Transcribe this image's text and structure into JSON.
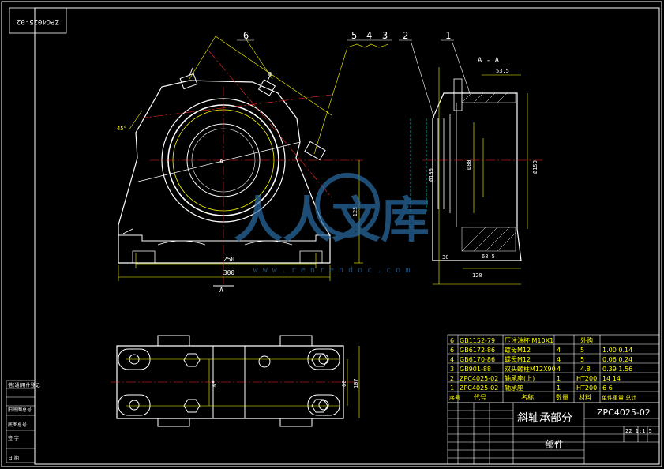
{
  "colors": {
    "background": "#000000",
    "outline": "#ffffff",
    "dimension": "#ffff00",
    "centerline": "#ff2a2a",
    "hidden": "#00ffff",
    "part_line": "#ffffff",
    "text_yellow": "#ffff00",
    "watermark": "#2a6ea6"
  },
  "corner_stamp": "ZPC4025-02",
  "balloons": [
    "6",
    "5",
    "4",
    "3",
    "2",
    "1"
  ],
  "section_label": "A - A",
  "section_mark": "A",
  "center_mark": "A",
  "dims_front": {
    "d250": "250",
    "d300": "300",
    "height": "125",
    "angle": "45°",
    "r_label": "R"
  },
  "dims_side": {
    "top": "53.5",
    "w30": "30",
    "w68": "68.5",
    "w120": "120",
    "d1": "Ø100",
    "d2": "Ø80",
    "d3": "Ø150"
  },
  "dims_plan": {
    "h65": "65",
    "h60": "60",
    "h107": "107"
  },
  "watermark": {
    "cn": "人人文库",
    "url": "w w w . r e n r e n d o c . c o m"
  },
  "bom": [
    {
      "no": "6",
      "code": "GB1152-79",
      "name": "压注油杯 M10X1",
      "qty": "",
      "mat": "外购",
      "wt": ""
    },
    {
      "no": "6",
      "code": "GB6172-86",
      "name": "螺母M12",
      "qty": "4",
      "mat": "5",
      "wt": "1.00 0.14"
    },
    {
      "no": "4",
      "code": "GB6170-86",
      "name": "螺母M12",
      "qty": "4",
      "mat": "5",
      "wt": "0.06 0.24"
    },
    {
      "no": "3",
      "code": "GB901-88",
      "name": "双头螺柱M12X90",
      "qty": "4",
      "mat": "4.8",
      "wt": "0.39 1.56"
    },
    {
      "no": "2",
      "code": "ZPC4025-02",
      "name": "轴承座(上)",
      "qty": "1",
      "mat": "HT200",
      "wt": "14 14"
    },
    {
      "no": "1",
      "code": "ZPC4025-02",
      "name": "轴承座",
      "qty": "1",
      "mat": "HT200",
      "wt": "6 6"
    }
  ],
  "bom_header": {
    "no": "序号",
    "code": "代号",
    "name": "名称",
    "qty": "数量",
    "mat": "材料",
    "wt": "单件重量 总计"
  },
  "title_block": {
    "title": "斜轴承部分",
    "drawing_no": "ZPC4025-02",
    "part_type": "部件",
    "scale_row": "22  1:1.5"
  },
  "side_strip": [
    "借(通)用件登记",
    "旧底图总号",
    "底图总号",
    "签 字",
    "日 期"
  ]
}
